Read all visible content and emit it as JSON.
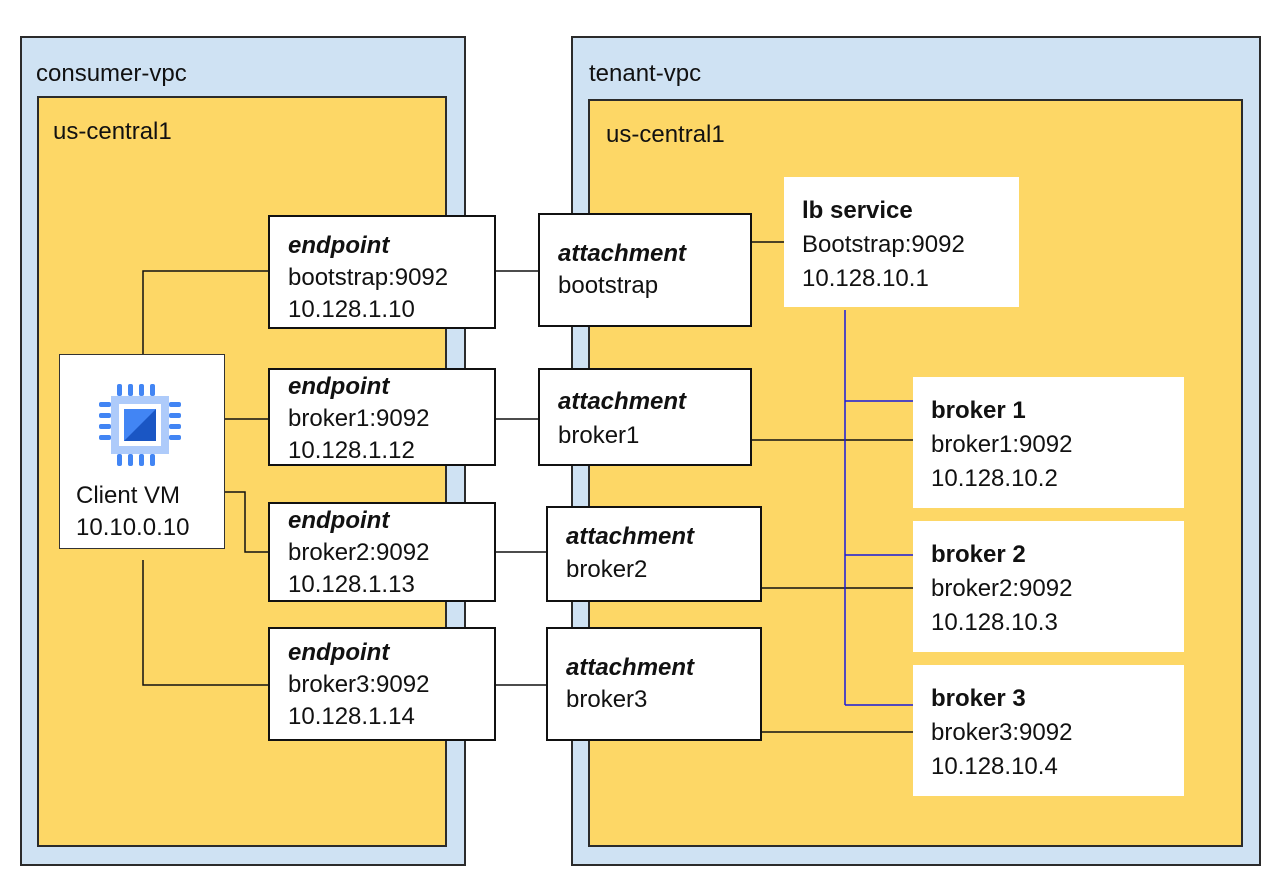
{
  "consumer_vpc": {
    "label": "consumer-vpc",
    "region_label": "us-central1"
  },
  "tenant_vpc": {
    "label": "tenant-vpc",
    "region_label": "us-central1"
  },
  "client_vm": {
    "icon": "compute-engine-chip-icon",
    "name": "Client VM",
    "ip": "10.10.0.10"
  },
  "endpoints": [
    {
      "title": "endpoint",
      "service": "bootstrap:9092",
      "ip": "10.128.1.10"
    },
    {
      "title": "endpoint",
      "service": "broker1:9092",
      "ip": "10.128.1.12"
    },
    {
      "title": "endpoint",
      "service": "broker2:9092",
      "ip": "10.128.1.13"
    },
    {
      "title": "endpoint",
      "service": "broker3:9092",
      "ip": "10.128.1.14"
    }
  ],
  "attachments": [
    {
      "title": "attachment",
      "name": "bootstrap"
    },
    {
      "title": "attachment",
      "name": "broker1"
    },
    {
      "title": "attachment",
      "name": "broker2"
    },
    {
      "title": "attachment",
      "name": "broker3"
    }
  ],
  "lb_service": {
    "title": "lb service",
    "service": "Bootstrap:9092",
    "ip": "10.128.10.1"
  },
  "brokers": [
    {
      "title": "broker 1",
      "service": "broker1:9092",
      "ip": "10.128.10.2"
    },
    {
      "title": "broker 2",
      "service": "broker2:9092",
      "ip": "10.128.10.3"
    },
    {
      "title": "broker 3",
      "service": "broker3:9092",
      "ip": "10.128.10.4"
    }
  ],
  "colors": {
    "vpc_fill": "#cfe2f3",
    "region_fill": "#fdd766",
    "lb_link": "#1a1adb",
    "chip_icon": "#4285f4"
  }
}
